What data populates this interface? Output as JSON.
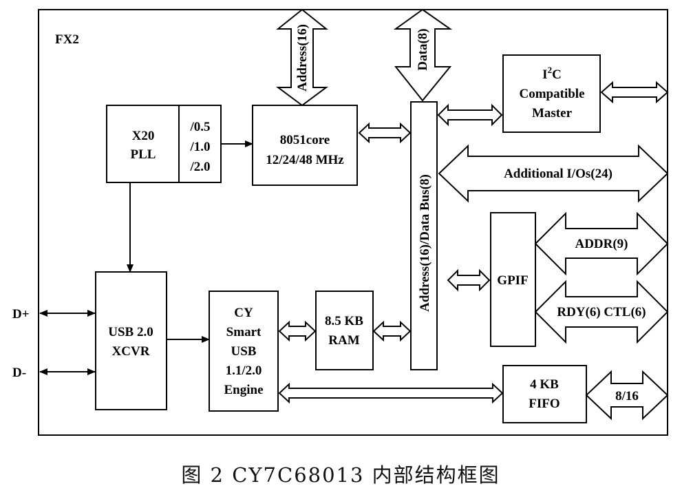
{
  "chip_label": "FX2",
  "blocks": {
    "pll": {
      "line1": "X20",
      "line2": "PLL"
    },
    "divider": {
      "line1": "/0.5",
      "line2": "/1.0",
      "line3": "/2.0"
    },
    "core": {
      "line1": "8051core",
      "line2": "12/24/48 MHz"
    },
    "i2c": {
      "line1_main": "I",
      "line1_sup": "2",
      "line1_tail": "C",
      "line2": "Compatible",
      "line3": "Master"
    },
    "bus": {
      "label": "Address(16)/Data Bus(8)"
    },
    "usb_xcvr": {
      "line1": "USB 2.0",
      "line2": "XCVR"
    },
    "engine": {
      "line1": "CY",
      "line2": "Smart",
      "line3": "USB",
      "line4": "1.1/2.0",
      "line5": "Engine"
    },
    "ram": {
      "line1": "8.5 KB",
      "line2": "RAM"
    },
    "gpif": {
      "label": "GPIF"
    },
    "fifo": {
      "line1": "4 KB",
      "line2": "FIFO"
    }
  },
  "arrows": {
    "address": "Address(16)",
    "data": "Data(8)",
    "additional_io": "Additional I/Os(24)",
    "addr": "ADDR(9)",
    "rdy_ctl": "RDY(6) CTL(6)",
    "fifo_bus": "8/16"
  },
  "pins": {
    "dplus": "D+",
    "dminus": "D-"
  },
  "caption": "图 2  CY7C68013 内部结构框图"
}
